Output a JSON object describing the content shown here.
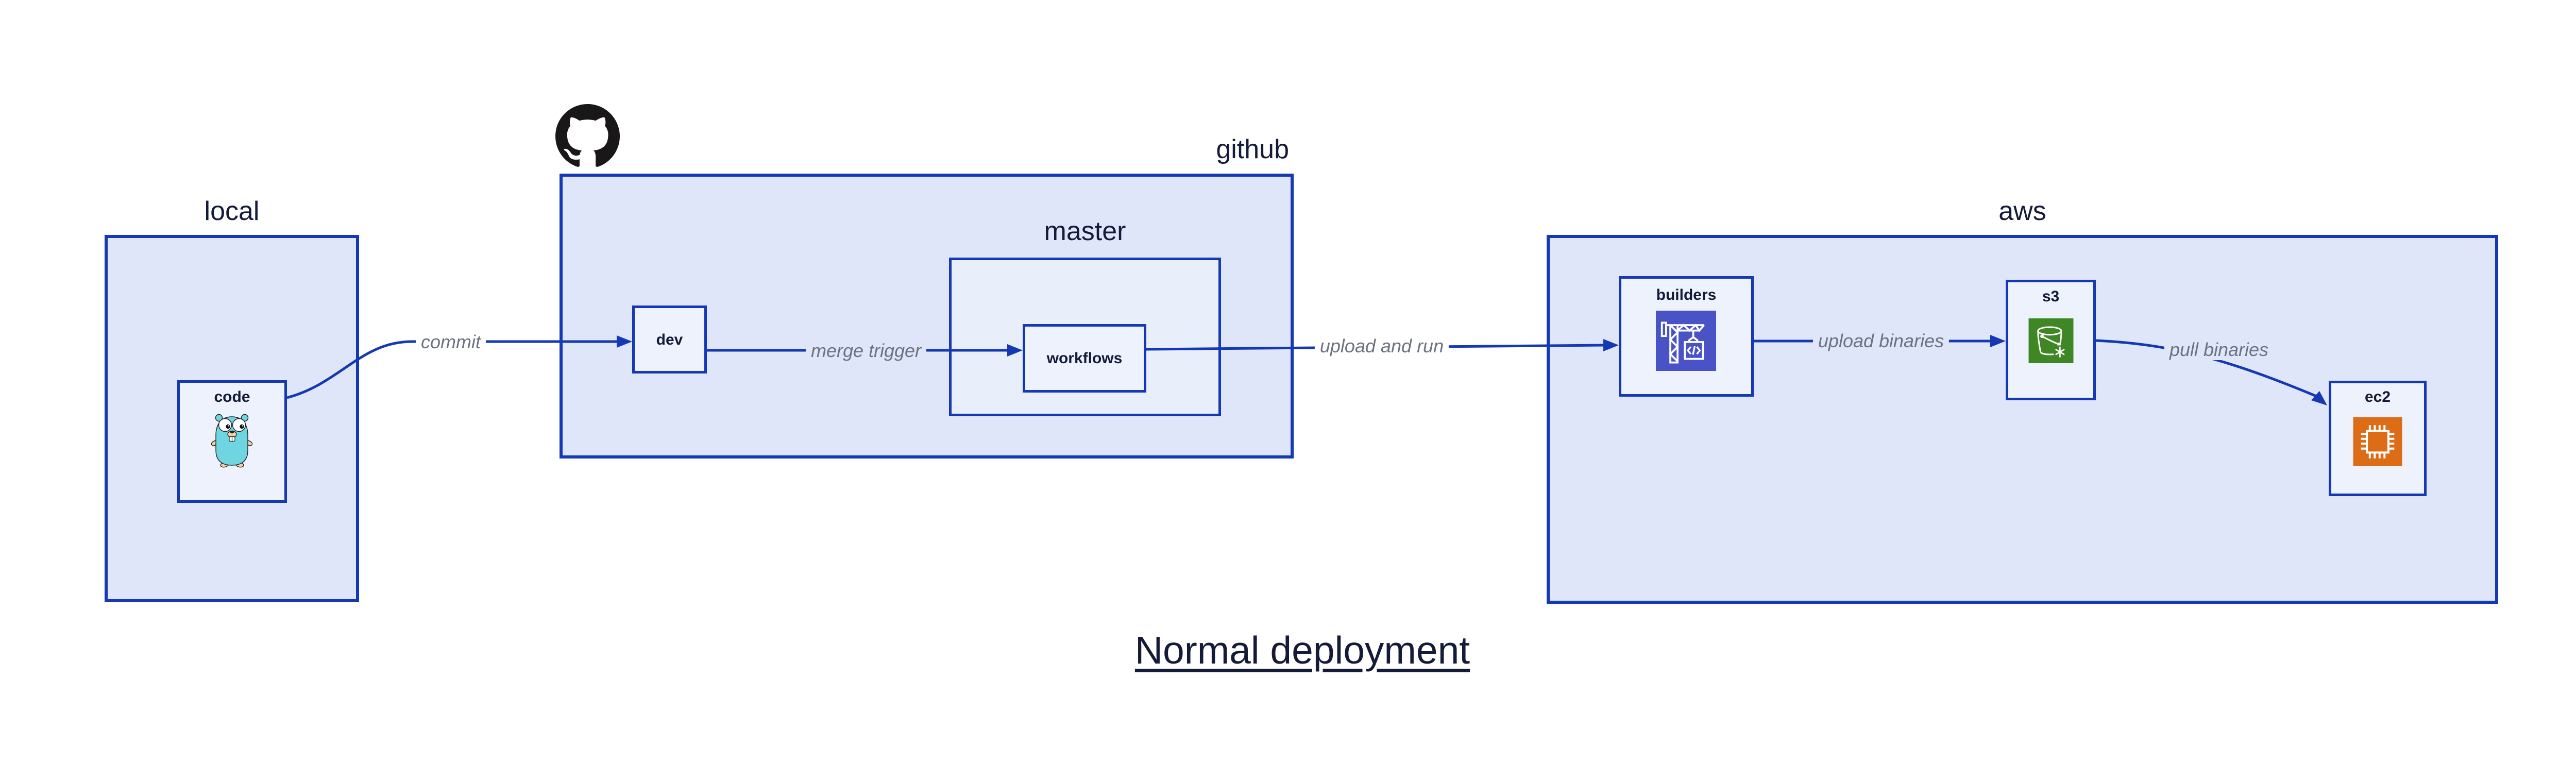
{
  "title": {
    "text": "Normal deployment"
  },
  "colors": {
    "border_blue": "#1538b4",
    "line_blue": "#1538b4",
    "container_fill": "#dfe6f9",
    "master_fill": "#e9eefb",
    "leaf_fill": "#eef2fc",
    "ink": "#131b38",
    "edge_label": "#6b7280",
    "github_black": "#191717",
    "codebuild_purple": "#4a53c6",
    "s3_green": "#3f8624",
    "ec2_orange": "#dd6c17",
    "gopher_teal": "#6fd5e0",
    "gopher_tan": "#f2d3a7"
  },
  "groups": {
    "local": {
      "label": "local"
    },
    "github": {
      "label": "github",
      "icon": "github-logo-icon"
    },
    "master": {
      "label": "master"
    },
    "aws": {
      "label": "aws"
    }
  },
  "nodes": {
    "code": {
      "label": "code",
      "icon": "go-gopher-icon"
    },
    "dev": {
      "label": "dev"
    },
    "workflows": {
      "label": "workflows"
    },
    "builders": {
      "label": "builders",
      "icon": "aws-codebuild-icon"
    },
    "s3": {
      "label": "s3",
      "icon": "aws-s3-bucket-icon"
    },
    "ec2": {
      "label": "ec2",
      "icon": "aws-ec2-chip-icon"
    }
  },
  "edges": [
    {
      "from": "code",
      "to": "dev",
      "label": "commit"
    },
    {
      "from": "dev",
      "to": "workflows",
      "label": "merge trigger"
    },
    {
      "from": "workflows",
      "to": "builders",
      "label": "upload and run"
    },
    {
      "from": "builders",
      "to": "s3",
      "label": "upload binaries"
    },
    {
      "from": "s3",
      "to": "ec2",
      "label": "pull binaries"
    }
  ]
}
